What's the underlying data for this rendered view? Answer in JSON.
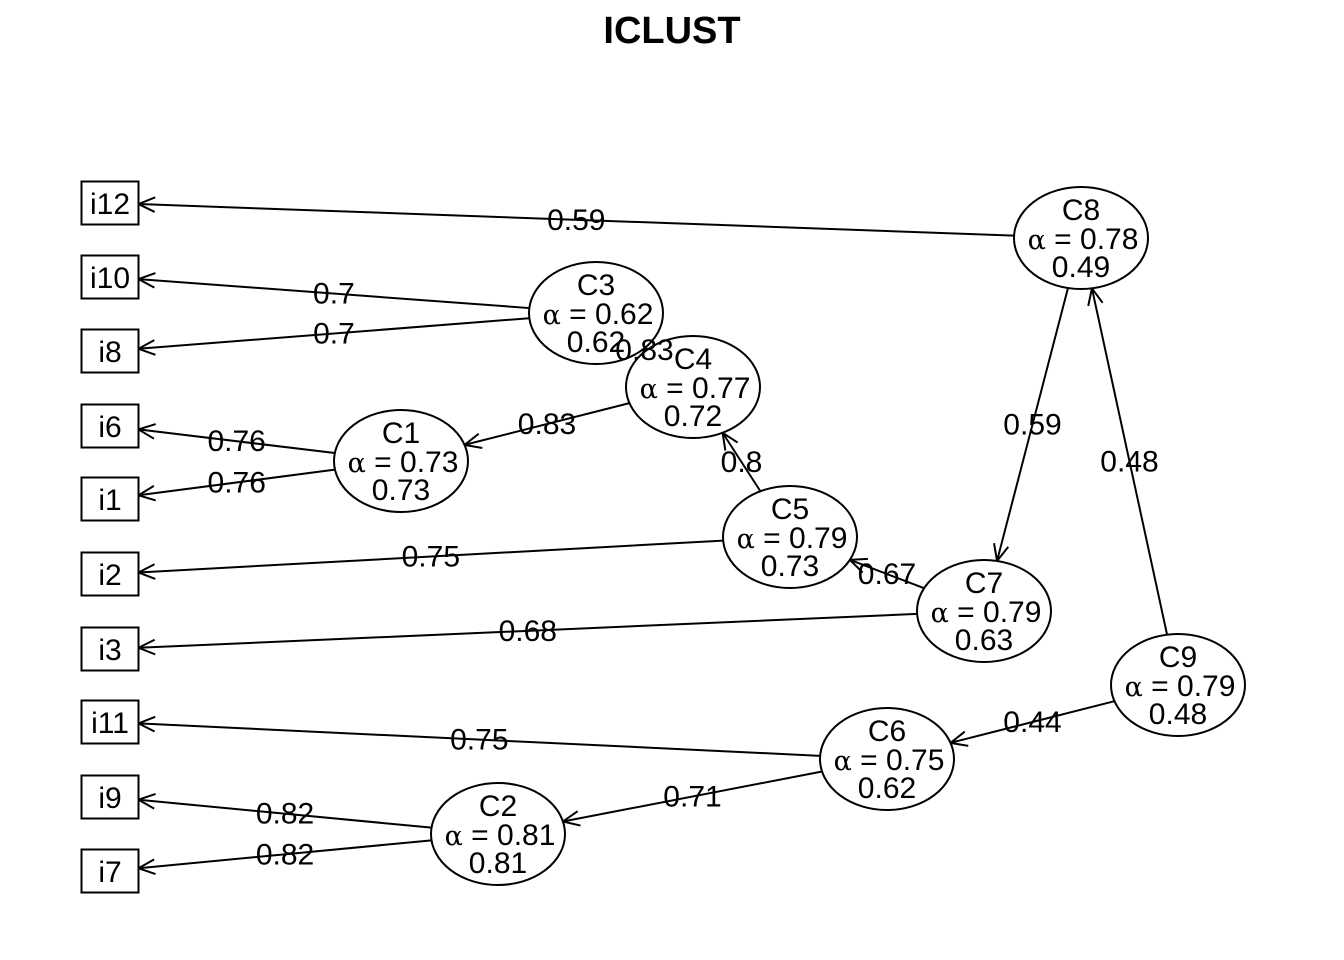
{
  "title": "ICLUST",
  "alpha_symbol": "α",
  "items": [
    {
      "id": "i12",
      "label": "i12"
    },
    {
      "id": "i10",
      "label": "i10"
    },
    {
      "id": "i8",
      "label": "i8"
    },
    {
      "id": "i6",
      "label": "i6"
    },
    {
      "id": "i1",
      "label": "i1"
    },
    {
      "id": "i2",
      "label": "i2"
    },
    {
      "id": "i3",
      "label": "i3"
    },
    {
      "id": "i11",
      "label": "i11"
    },
    {
      "id": "i9",
      "label": "i9"
    },
    {
      "id": "i7",
      "label": "i7"
    }
  ],
  "clusters": [
    {
      "id": "C1",
      "label": "C1",
      "alpha": "0.73",
      "beta": "0.73"
    },
    {
      "id": "C2",
      "label": "C2",
      "alpha": "0.81",
      "beta": "0.81"
    },
    {
      "id": "C3",
      "label": "C3",
      "alpha": "0.62",
      "beta": "0.62"
    },
    {
      "id": "C4",
      "label": "C4",
      "alpha": "0.77",
      "beta": "0.72"
    },
    {
      "id": "C5",
      "label": "C5",
      "alpha": "0.79",
      "beta": "0.73"
    },
    {
      "id": "C6",
      "label": "C6",
      "alpha": "0.75",
      "beta": "0.62"
    },
    {
      "id": "C7",
      "label": "C7",
      "alpha": "0.79",
      "beta": "0.63"
    },
    {
      "id": "C8",
      "label": "C8",
      "alpha": "0.78",
      "beta": "0.49"
    },
    {
      "id": "C9",
      "label": "C9",
      "alpha": "0.79",
      "beta": "0.48"
    }
  ],
  "edges": [
    {
      "from": "C8",
      "to": "i12",
      "weight": "0.59"
    },
    {
      "from": "C3",
      "to": "i10",
      "weight": "0.7"
    },
    {
      "from": "C3",
      "to": "i8",
      "weight": "0.7"
    },
    {
      "from": "C1",
      "to": "i6",
      "weight": "0.76"
    },
    {
      "from": "C1",
      "to": "i1",
      "weight": "0.76"
    },
    {
      "from": "C5",
      "to": "i2",
      "weight": "0.75"
    },
    {
      "from": "C7",
      "to": "i3",
      "weight": "0.68"
    },
    {
      "from": "C6",
      "to": "i11",
      "weight": "0.75"
    },
    {
      "from": "C2",
      "to": "i9",
      "weight": "0.82"
    },
    {
      "from": "C2",
      "to": "i7",
      "weight": "0.82"
    },
    {
      "from": "C4",
      "to": "C3",
      "weight": "0.83"
    },
    {
      "from": "C4",
      "to": "C1",
      "weight": "0.83"
    },
    {
      "from": "C5",
      "to": "C4",
      "weight": "0.8"
    },
    {
      "from": "C7",
      "to": "C5",
      "weight": "0.67"
    },
    {
      "from": "C8",
      "to": "C7",
      "weight": "0.59"
    },
    {
      "from": "C9",
      "to": "C8",
      "weight": "0.48"
    },
    {
      "from": "C9",
      "to": "C6",
      "weight": "0.44"
    },
    {
      "from": "C6",
      "to": "C2",
      "weight": "0.71"
    }
  ]
}
